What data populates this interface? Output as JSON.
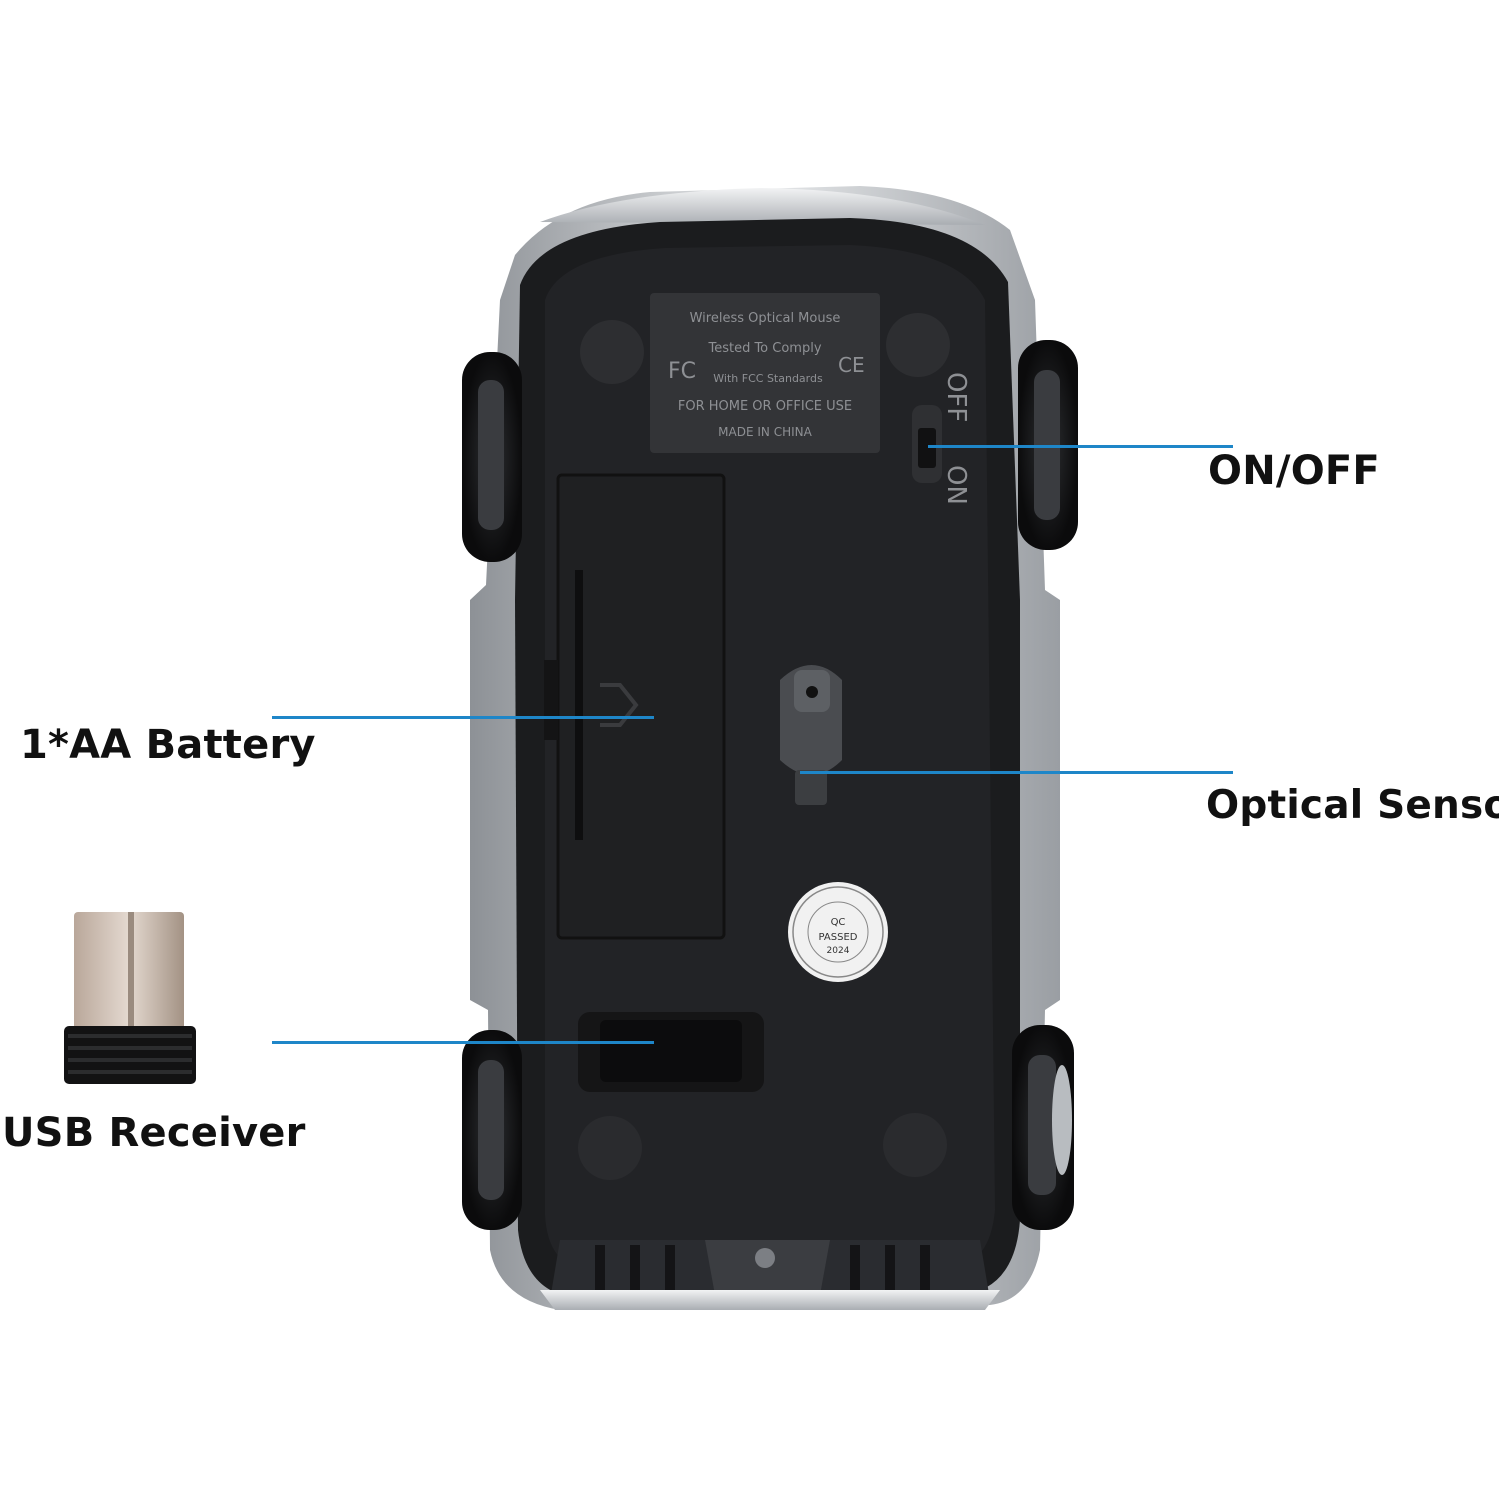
{
  "product": {
    "label_line1": "Wireless Optical Mouse",
    "label_line2": "Tested To Comply",
    "label_line3": "With FCC Standards",
    "label_line4": "FOR HOME OR OFFICE USE",
    "label_line5": "MADE IN CHINA",
    "fc_mark": "FC",
    "ce_mark": "CE",
    "switch_off": "OFF",
    "switch_on": "ON",
    "qc_text": "QC",
    "qc_passed": "PASSED",
    "qc_year": "2024"
  },
  "callouts": {
    "on_off": "ON/OFF",
    "optical_sensor": "Optical Sensor",
    "battery": "1*AA Battery",
    "usb_receiver": "USB Receiver"
  },
  "colors": {
    "leader_line": "#1e86c8",
    "mouse_body": "#1b1c1e",
    "silver_shell": "#cfd1d4"
  }
}
